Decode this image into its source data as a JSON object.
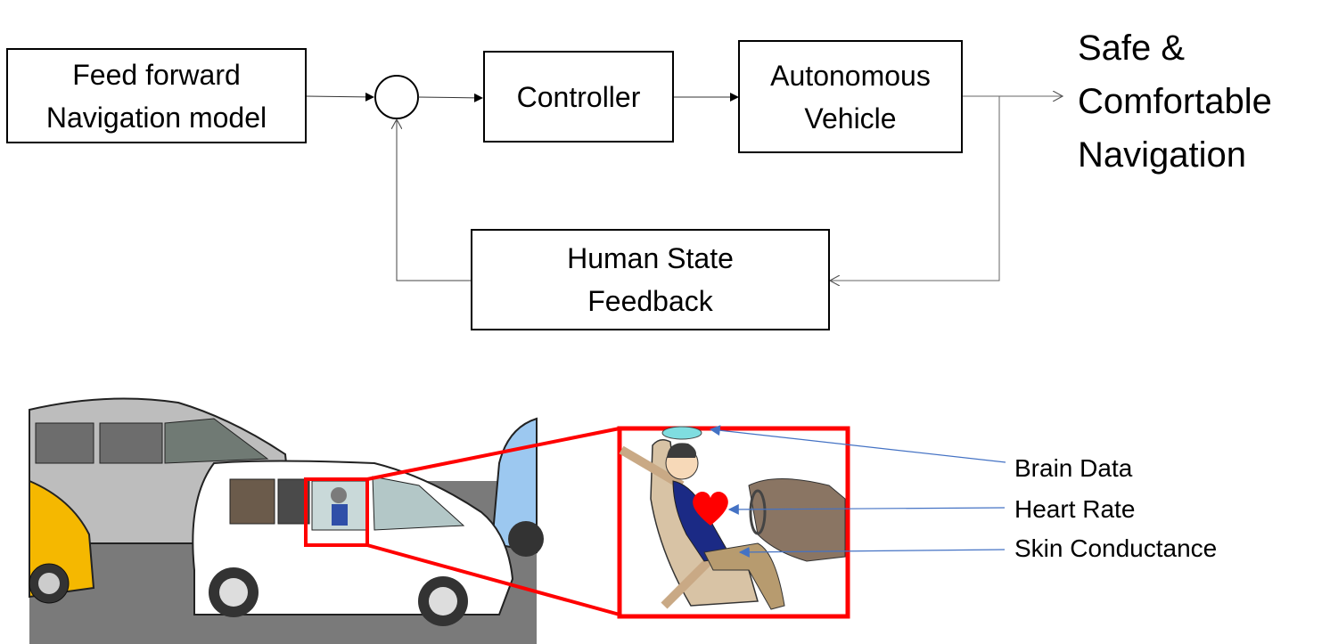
{
  "block_diagram": {
    "feedforward": {
      "line1": "Feed forward",
      "line2": "Navigation model"
    },
    "summing_junction": "summing-junction",
    "controller": {
      "label": "Controller"
    },
    "vehicle": {
      "line1": "Autonomous",
      "line2": "Vehicle"
    },
    "output": {
      "line1": "Safe &",
      "line2": "Comfortable",
      "line3": "Navigation"
    },
    "feedback": {
      "line1": "Human State",
      "line2": "Feedback"
    }
  },
  "illustration": {
    "scene": "traffic-scene-with-cars",
    "zoom_callout": "driver-in-seat",
    "highlight_color": "#ff0000",
    "arrow_color": "#4472c4",
    "sensors": [
      {
        "label": "Brain Data",
        "icon": "eeg-cap"
      },
      {
        "label": "Heart Rate",
        "icon": "heart"
      },
      {
        "label": "Skin Conductance",
        "icon": "hand"
      }
    ]
  }
}
